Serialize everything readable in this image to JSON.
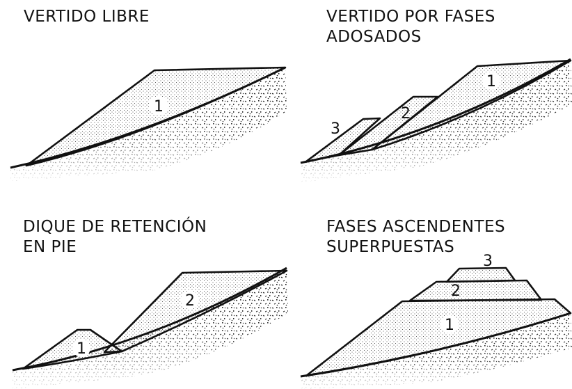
{
  "panels": [
    {
      "title_lines": [
        "VERTIDO LIBRE"
      ],
      "labels": [
        "1"
      ]
    },
    {
      "title_lines": [
        "VERTIDO POR FASES",
        "ADOSADOS"
      ],
      "labels": [
        "1",
        "2",
        "3"
      ]
    },
    {
      "title_lines": [
        "DIQUE DE RETENCIÓN",
        "EN PIE"
      ],
      "labels": [
        "1",
        "2"
      ]
    },
    {
      "title_lines": [
        "FASES ASCENDENTES",
        "SUPERPUESTAS"
      ],
      "labels": [
        "1",
        "2",
        "3"
      ]
    }
  ]
}
